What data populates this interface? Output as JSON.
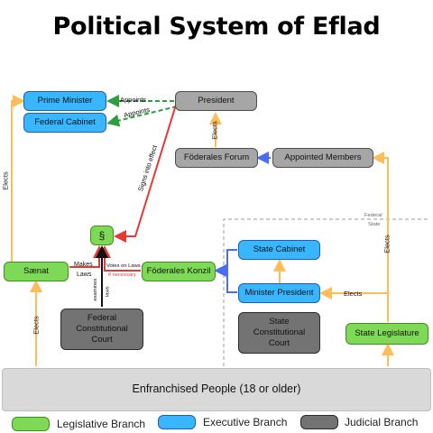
{
  "title": "Political System of Eflad",
  "nodes": {
    "prime_minister": "Prime Minister",
    "federal_cabinet": "Federal Cabinet",
    "president": "President",
    "foderales_forum": "Föderales Forum",
    "appointed_members": "Appointed Members",
    "paragraph": "§",
    "saenat": "Sænat",
    "foderales_konzil": "Föderales Konzil",
    "state_cabinet": "State Cabinet",
    "minister_president": "Minister President",
    "federal_court": "Federal Constitutional Court",
    "state_court": "State Constitutional Court",
    "state_legislature": "State Legislature",
    "people": "Enfranchised People (18 or older)"
  },
  "edge_labels": {
    "appoints_1": "Appoints",
    "appoints_2": "Appoints",
    "elects_president": "Elects",
    "signs_into_effect": "Signs into effect",
    "elects_left": "Elects",
    "makes_laws_1": "Makes",
    "makes_laws_2": "Laws",
    "votes_on_laws": "Votes on Laws",
    "if_necessary": "if necessary",
    "examines_1": "examines",
    "examines_2": "laws",
    "elects_people_saenat": "Elects",
    "elects_minister_president": "Elects",
    "elects_state_legislature": "Elects",
    "federal": "Federal",
    "state": "State"
  },
  "legend": [
    {
      "label": "Legislative Branch",
      "color": "#7ed957"
    },
    {
      "label": "Executive Branch",
      "color": "#38b6ff"
    },
    {
      "label": "Judicial Branch",
      "color": "#737373"
    }
  ],
  "colors": {
    "legislative": "#7ed957",
    "executive": "#38b6ff",
    "judicial": "#737373",
    "arrow_orange": "#ffbd59",
    "arrow_green": "#2e9e3e",
    "arrow_red": "#e53935",
    "arrow_blue": "#4a6cf7"
  }
}
